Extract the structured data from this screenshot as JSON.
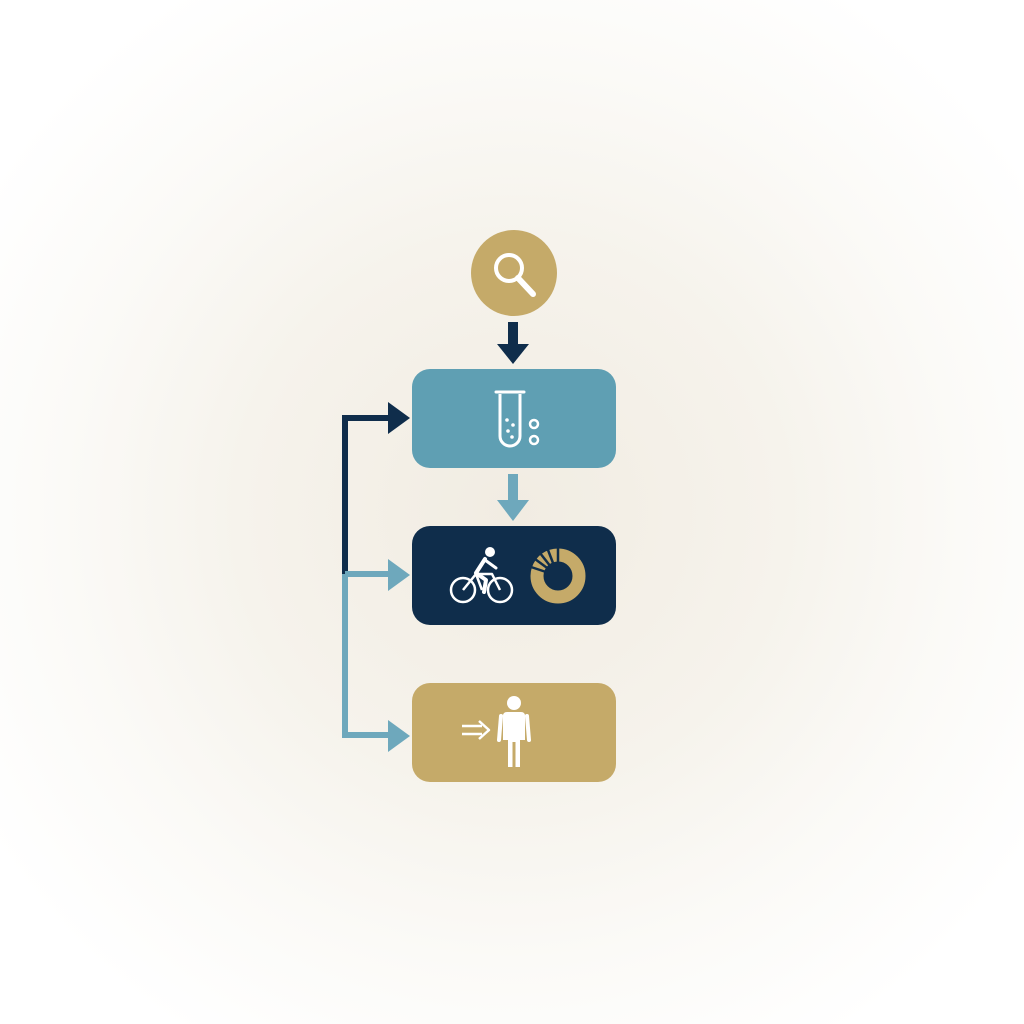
{
  "colors": {
    "gold": "#c5aa69",
    "teal": "#5f9fb3",
    "navy": "#0f2d4b",
    "connector_light": "#6ea8bc",
    "white": "#ffffff"
  },
  "nodes": [
    {
      "id": "start",
      "shape": "circle",
      "icon": "magnifier-icon",
      "color": "gold"
    },
    {
      "id": "step-1",
      "shape": "rounded-rect",
      "icon": "test-tube-with-bubbles-icon",
      "color": "teal"
    },
    {
      "id": "step-2",
      "shape": "rounded-rect",
      "icons": [
        "cyclist-icon",
        "segmented-ring-chart-icon"
      ],
      "color": "navy"
    },
    {
      "id": "step-3",
      "shape": "rounded-rect",
      "icons": [
        "double-arrow-icon",
        "person-icon"
      ],
      "color": "gold"
    }
  ],
  "edges": [
    {
      "from": "start",
      "to": "step-1",
      "color": "navy"
    },
    {
      "from": "step-1",
      "to": "step-2",
      "color": "connector_light"
    },
    {
      "from": "side-bus",
      "to": "step-1",
      "color": "navy"
    },
    {
      "from": "side-bus",
      "to": "step-2",
      "color": "connector_light"
    },
    {
      "from": "side-bus",
      "to": "step-3",
      "color": "connector_light"
    }
  ]
}
